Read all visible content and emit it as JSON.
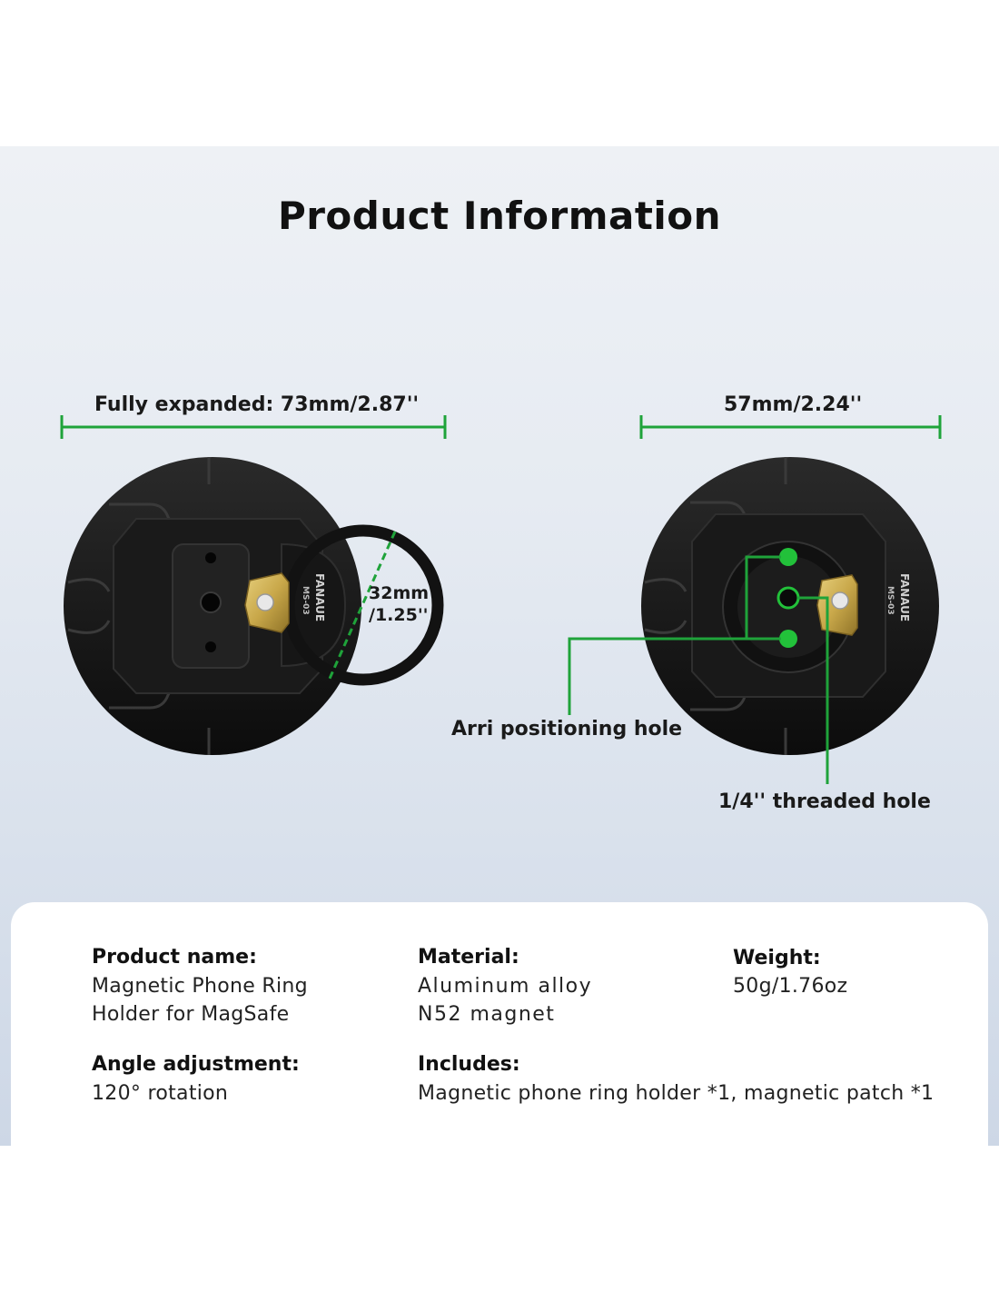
{
  "title": "Product Information",
  "left_dimension": "Fully expanded: 73mm/2.87''",
  "right_dimension": "57mm/2.24''",
  "ring_diameter_line1": "32mm",
  "ring_diameter_line2": "/1.25''",
  "brand": "FANAUE",
  "model": "MS-03",
  "callouts": {
    "arri": "Arri positioning hole",
    "threaded": "1/4'' threaded hole"
  },
  "colors": {
    "accent": "#1fa33a",
    "device": "#141414",
    "clip": "#c9a84a"
  },
  "specs": {
    "name_label": "Product name:",
    "name_line1": "Magnetic Phone Ring",
    "name_line2": "Holder for MagSafe",
    "material_label": "Material:",
    "material_line1": "Aluminum alloy",
    "material_line2": "N52 magnet",
    "weight_label": "Weight:",
    "weight_value": "50g/1.76oz",
    "angle_label": "Angle adjustment:",
    "angle_value": "120° rotation",
    "includes_label": "Includes:",
    "includes_value": "Magnetic phone ring holder *1, magnetic patch *1"
  }
}
